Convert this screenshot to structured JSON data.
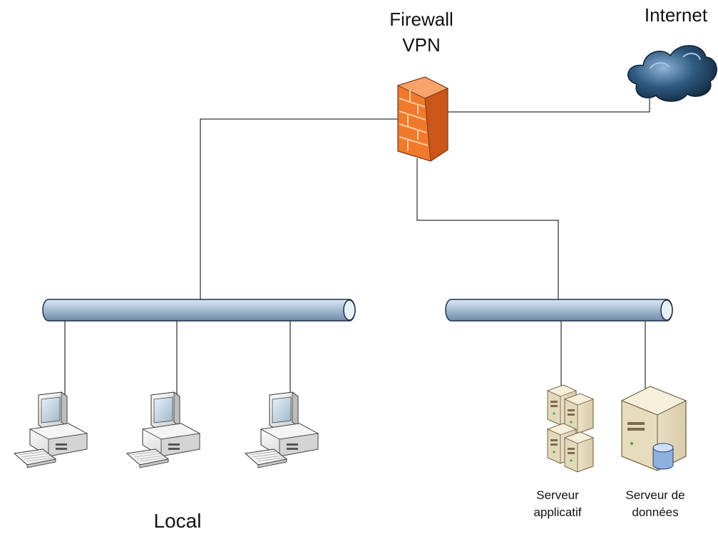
{
  "labels": {
    "firewall_line1": "Firewall",
    "firewall_line2": "VPN",
    "internet": "Internet",
    "local": "Local",
    "app_server_line1": "Serveur",
    "app_server_line2": "applicatif",
    "data_server_line1": "Serveur de",
    "data_server_line2": "données"
  },
  "colors": {
    "bus_fill": "#a9bfd6",
    "bus_stroke": "#1f2f48",
    "firewall_brick": "#f07a2c",
    "firewall_mortar": "#fbc9a0",
    "cloud": "#2f5a80",
    "link": "#000000",
    "server_body": "#ece3c8"
  },
  "icons": [
    "firewall-icon",
    "cloud-icon",
    "workstation-icon",
    "server-stack-icon",
    "database-server-icon"
  ]
}
